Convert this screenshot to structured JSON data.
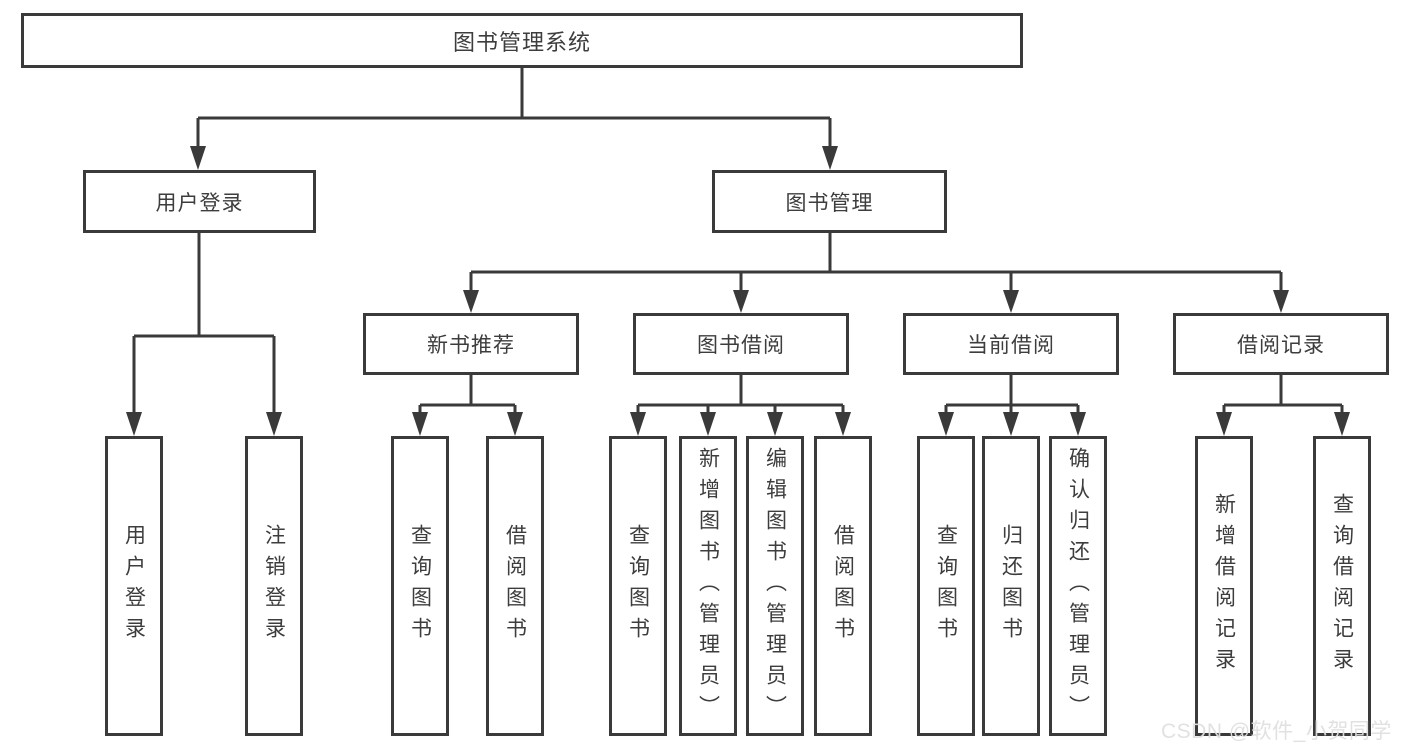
{
  "tree": {
    "label": "图书管理系统",
    "children": [
      {
        "label": "用户登录",
        "children": [
          {
            "label": "用户登录"
          },
          {
            "label": "注销登录"
          }
        ]
      },
      {
        "label": "图书管理",
        "children": [
          {
            "label": "新书推荐",
            "children": [
              {
                "label": "查询图书"
              },
              {
                "label": "借阅图书"
              }
            ]
          },
          {
            "label": "图书借阅",
            "children": [
              {
                "label": "查询图书"
              },
              {
                "label": "新增图书（管理员）"
              },
              {
                "label": "编辑图书（管理员）"
              },
              {
                "label": "借阅图书"
              }
            ]
          },
          {
            "label": "当前借阅",
            "children": [
              {
                "label": "查询图书"
              },
              {
                "label": "归还图书"
              },
              {
                "label": "确认归还（管理员）"
              }
            ]
          },
          {
            "label": "借阅记录",
            "children": [
              {
                "label": "新增借阅记录"
              },
              {
                "label": "查询借阅记录"
              }
            ]
          }
        ]
      }
    ]
  },
  "style": {
    "line_color": "#3a3a3a",
    "text_color": "#3d3d3d",
    "background": "#ffffff",
    "watermark_color": "#dfdfdf"
  },
  "watermark": {
    "text": "CSDN @软件_小贺同学"
  }
}
